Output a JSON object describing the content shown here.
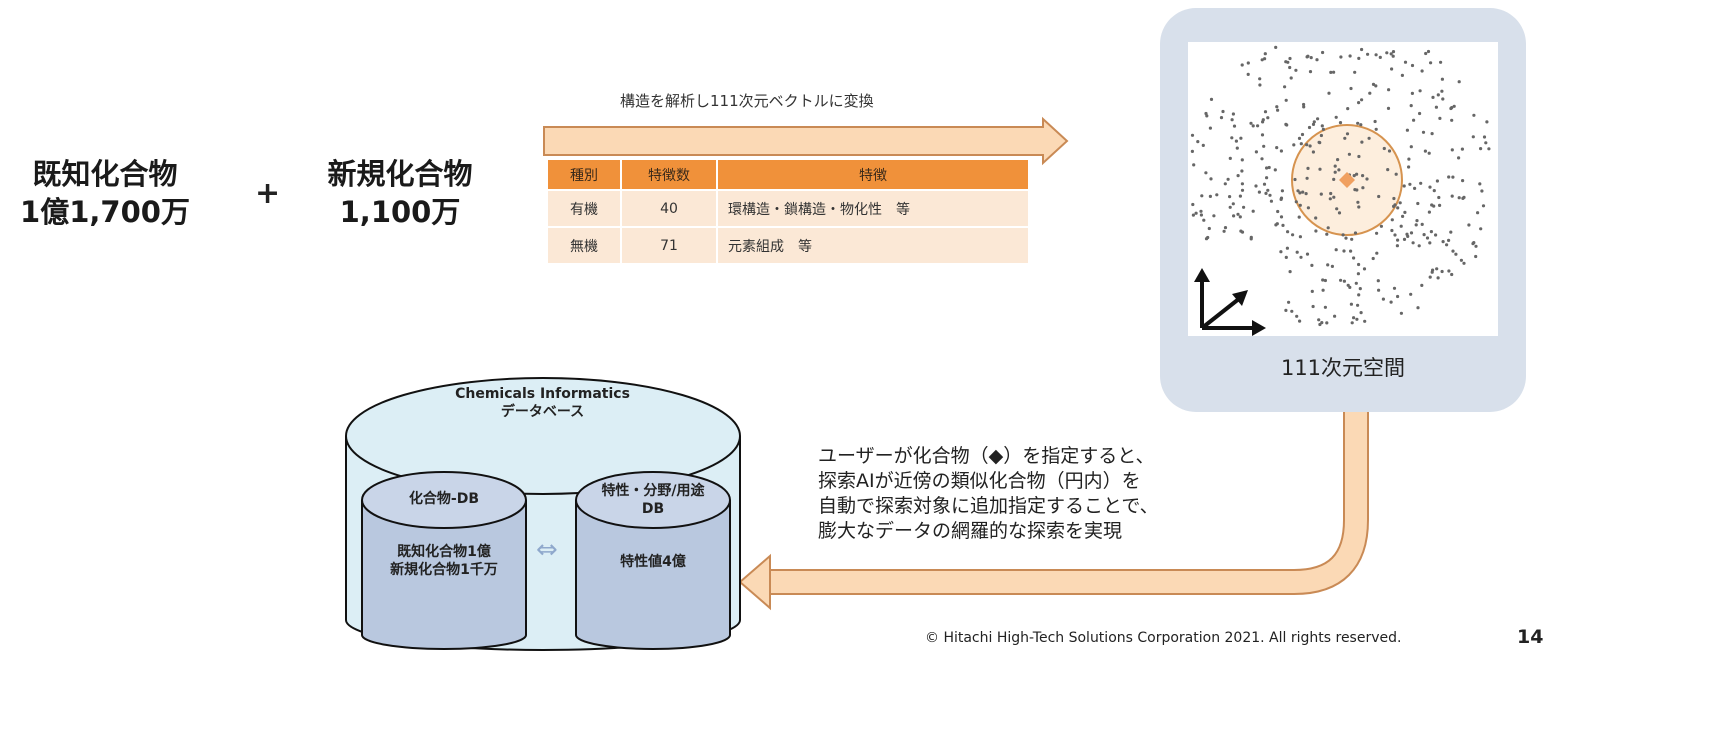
{
  "known": {
    "title": "既知化合物",
    "count": "1億1,700万"
  },
  "plus": "+",
  "new": {
    "title": "新規化合物",
    "count": "1,100万"
  },
  "arrow_caption": "構造を解析し111次元ベクトルに変換",
  "table": {
    "headers": [
      "種別",
      "特徴数",
      "特徴"
    ],
    "rows": [
      [
        "有機",
        "40",
        "環構造・鎖構造・物化性　等"
      ],
      [
        "無機",
        "71",
        "元素組成　等"
      ]
    ]
  },
  "space_label": "111次元空間",
  "description": [
    "ユーザーが化合物（◆）を指定すると、",
    "探索AIが近傍の類似化合物（円内）を",
    "自動で探索対象に追加指定することで、",
    "膨大なデータの網羅的な探索を実現"
  ],
  "database": {
    "title": "Chemicals Informatics",
    "subtitle": "データベース",
    "left_db": {
      "name": "化合物-DB",
      "lines": [
        "既知化合物1億",
        "新規化合物1千万"
      ]
    },
    "right_db": {
      "name_line1": "特性・分野/用途",
      "name_line2": "DB",
      "lines": [
        "特性値4億"
      ]
    },
    "link_symbol": "⇔"
  },
  "footer": "© Hitachi High-Tech  Solutions Corporation 2021. All rights reserved.",
  "page_number": "14",
  "colors": {
    "orange": "#f0913a",
    "peach": "#fbd9b5",
    "panel": "#d8e0eb",
    "db": "#dceef5",
    "db_inner": "#b9c8df"
  }
}
